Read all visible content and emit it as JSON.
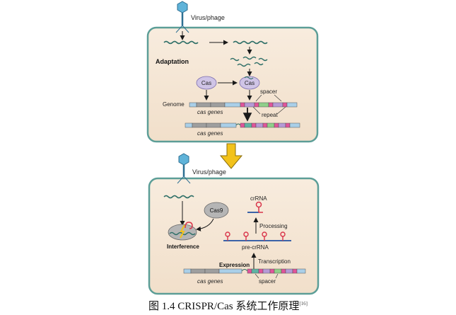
{
  "diagram": {
    "top_panel": {
      "virus_label": "Virus/phage",
      "stage_label": "Adaptation",
      "cas_label_1": "Cas",
      "cas_label_2": "Cas",
      "genome_label": "Genome",
      "cas_genes_1": "cas genes",
      "cas_genes_2": "cas genes",
      "spacer_label": "spacer",
      "repeat_label": "repeat"
    },
    "bottom_panel": {
      "virus_label": "Virus/phage",
      "cas9_label": "Cas9",
      "interference_label": "Interference",
      "crrna_label": "crRNA",
      "processing_label": "Processing",
      "pre_crrna_label": "pre-crRNA",
      "transcription_label": "Transcription",
      "expression_label": "Expression",
      "cas_genes": "cas genes",
      "spacer_label": "spacer"
    },
    "colors": {
      "panel_fill": "#f5e6d3",
      "panel_border": "#5c9e97",
      "dna_wave": "#2f6f67",
      "cas_ellipse": "#cfc4e6",
      "cas9_ellipse": "#b5b5b5",
      "arrow_yellow": "#f2c21b",
      "rna_red": "#d9344a",
      "rna_blue": "#3b63a8",
      "gene_gray": "#9e9e9e",
      "gene_blue": "#a9cfe8",
      "repeat_pink": "#e0559a",
      "spacer_green": "#8fcf8a",
      "spacer_purple": "#b59ad6"
    }
  },
  "caption": {
    "text": "图 1.4 CRISPR/Cas 系统工作原理",
    "ref": "[16]"
  }
}
